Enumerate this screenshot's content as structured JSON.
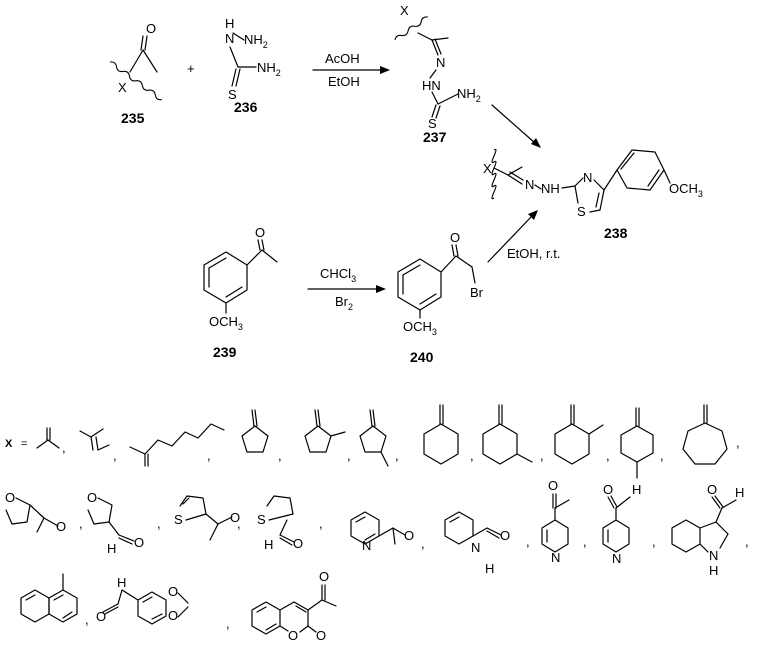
{
  "compounds": {
    "c235": "235",
    "c236": "236",
    "c237": "237",
    "c238": "238",
    "c239": "239",
    "c240": "240"
  },
  "atoms": {
    "O": "O",
    "X": "X",
    "N": "N",
    "H": "H",
    "S": "S",
    "NH": "NH",
    "HN": "HN",
    "NH2": "NH",
    "sub2": "2",
    "Br": "Br",
    "OCH": "OCH",
    "sub3": "3",
    "CHCl": "CHCl",
    "Br2": "Br",
    "plus": "+"
  },
  "conditions": {
    "step1_top": "AcOH",
    "step1_bottom": "EtOH",
    "step2_top": "CHCl",
    "step2_bottom": "Br",
    "step3": "EtOH, r.t."
  },
  "x_legend": {
    "label": "X",
    "equals": "=",
    "separator": ","
  }
}
